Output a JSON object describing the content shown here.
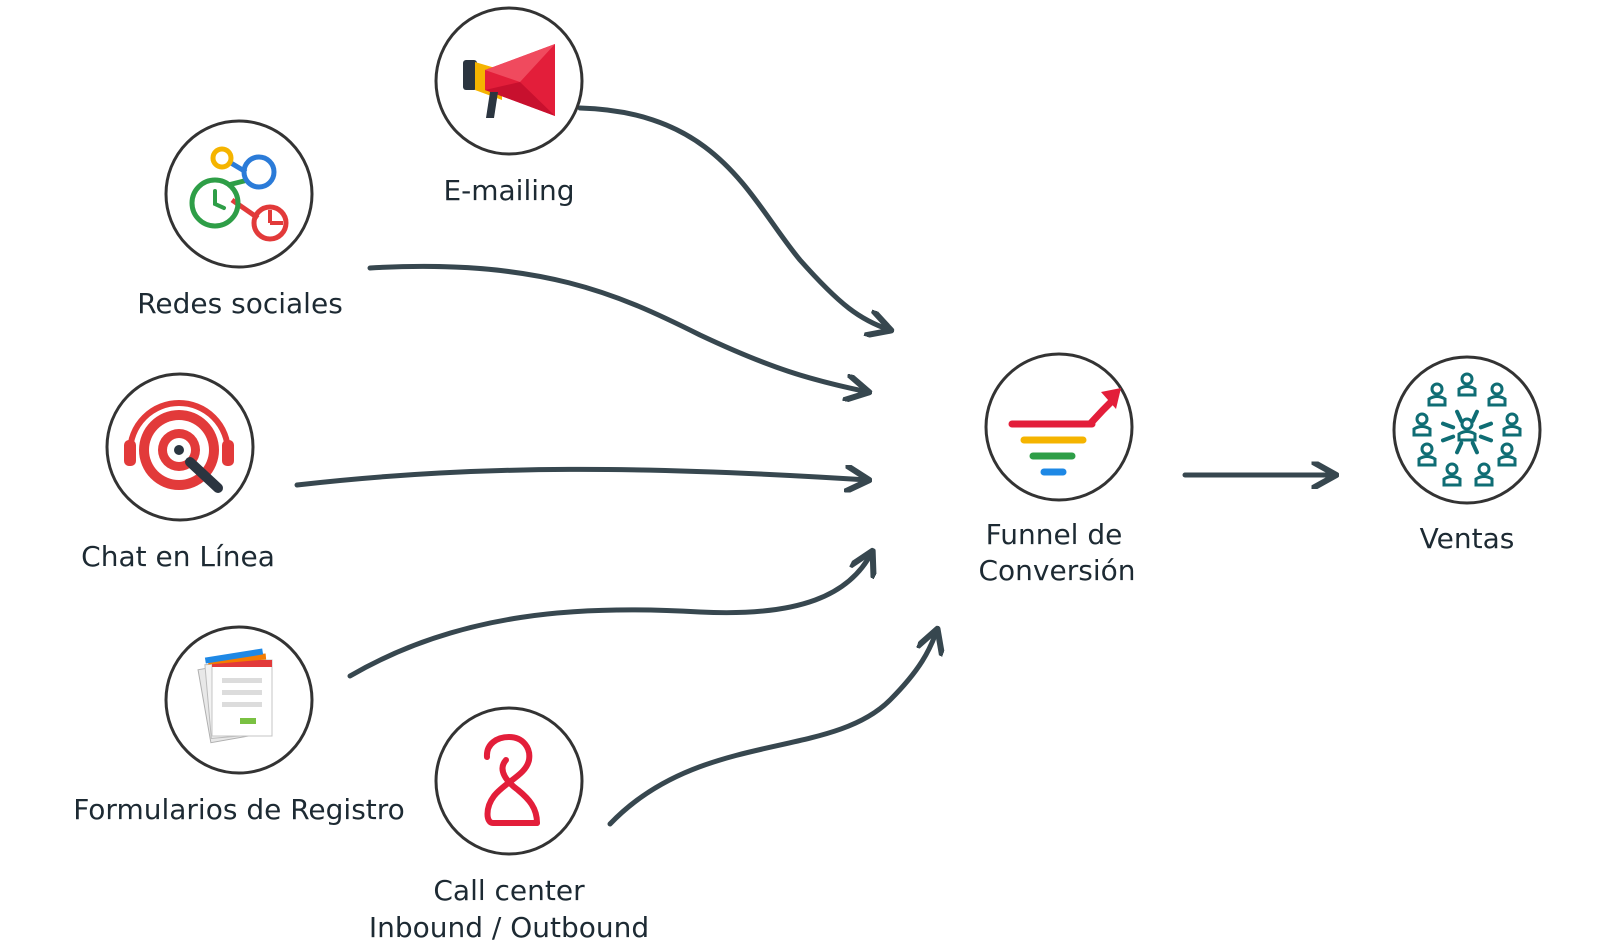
{
  "nodes": {
    "emailing": {
      "label": "E-mailing",
      "icon": "megaphone-icon"
    },
    "redes": {
      "label": "Redes sociales",
      "icon": "social-network-icon"
    },
    "chat": {
      "label": "Chat en Línea",
      "icon": "chat-headset-icon"
    },
    "formularios": {
      "label": "Formularios de Registro",
      "icon": "forms-icon"
    },
    "callcenter": {
      "label_line1": "Call center",
      "label_line2": "Inbound / Outbound",
      "icon": "call-center-icon"
    },
    "funnel": {
      "label_line1": "Funnel de",
      "label_line2": "Conversión",
      "icon": "funnel-icon"
    },
    "ventas": {
      "label": "Ventas",
      "icon": "customers-crowd-icon"
    }
  },
  "colors": {
    "arrow": "#37474f",
    "circle_border": "#333333",
    "label": "#1d2a33",
    "red": "#e31e3a",
    "yellow": "#f5b400",
    "green": "#2e9e47",
    "blue": "#1e88e5",
    "teal": "#0f6d74",
    "orange": "#f57c00"
  }
}
